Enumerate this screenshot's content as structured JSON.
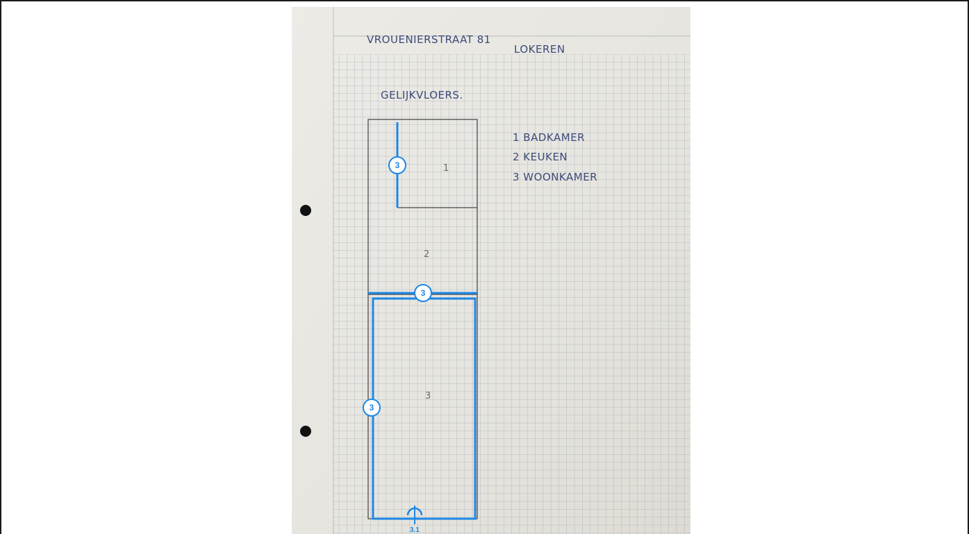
{
  "sketch": {
    "address_line1": "VROUENIERSTRAAT 81",
    "address_line2": "LOKEREN",
    "heading": "GELIJKVLOERS.",
    "legend": [
      "1 BADKAMER",
      "2 KEUKEN",
      "3 WOONKAMER"
    ],
    "rooms": [
      "1",
      "2",
      "3"
    ]
  },
  "annotations": {
    "wall_badge_top": "3",
    "wall_badge_middle": "3",
    "wall_badge_left": "3",
    "point_label": "3.1"
  },
  "colors": {
    "annotation_blue": "#1e88e5",
    "paper": "#e9e7e1",
    "grid": "#a9b2bd",
    "pencil": "#4a4a4a",
    "ink": "#3b4a7a"
  }
}
